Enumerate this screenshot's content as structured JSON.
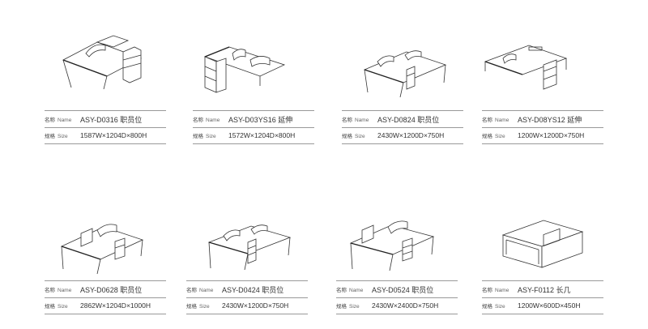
{
  "labels": {
    "name_cn": "名称",
    "name_en": "Name",
    "size_cn": "规格",
    "size_en": "Size"
  },
  "products": [
    {
      "model": "ASY-D0316 职员位",
      "size": "1587W×1204D×800H",
      "icon": "l-shaped-desk-with-pedestal"
    },
    {
      "model": "ASY-D03YS16 延伸",
      "size": "1572W×1204D×800H",
      "icon": "desk-extension-with-cabinet"
    },
    {
      "model": "ASY-D0824 职员位",
      "size": "2430W×1200D×750H",
      "icon": "double-workstation-desk"
    },
    {
      "model": "ASY-D08YS12 延伸",
      "size": "1200W×1200D×750H",
      "icon": "workstation-extension-desk"
    },
    {
      "model": "ASY-D0628 职员位",
      "size": "2862W×1204D×1000H",
      "icon": "four-seat-workstation"
    },
    {
      "model": "ASY-D0424 职员位",
      "size": "2430W×1200D×750H",
      "icon": "face-to-face-workstation"
    },
    {
      "model": "ASY-D0524 职员位",
      "size": "2430W×2400D×750H",
      "icon": "cluster-workstation"
    },
    {
      "model": "ASY-F0112 长几",
      "size": "1200W×600D×450H",
      "icon": "long-coffee-table"
    }
  ]
}
